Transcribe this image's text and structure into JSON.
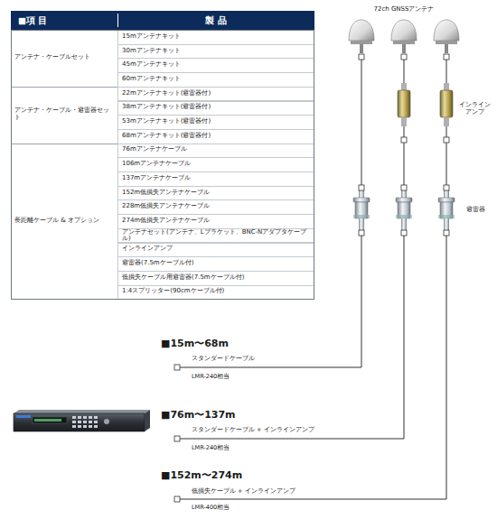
{
  "diagram": {
    "labels": [
      "■項 目",
      "製 品",
      "アンテナ・ケーブルセット",
      "15mアンテナキット",
      "30mアンテナキット",
      "45mアンテナキット",
      "60mアンテナキット",
      "アンテナ・ケーブル・避雷器セット",
      "22mアンテナキット(避雷器付)",
      "38mアンテナキット(避雷器付)",
      "53mアンテナキット(避雷器付)",
      "68mアンテナキット(避雷器付)",
      "長距離ケーブル & オプション",
      "76mアンテナケーブル",
      "106mアンテナケーブル",
      "137mアンテナケーブル",
      "152m低損失アンテナケーブル",
      "228m低損失アンテナケーブル",
      "274m低損失アンテナケーブル",
      "アンテナセット(アンテナ、Lブラケット、BNC-Nアダプタケーブル)",
      "インラインアンプ",
      "避雷器(7.5mケーブル付)",
      "低損失ケーブル用避雷器(7.5mケーブル付)",
      "1:4スプリッター(90cmケーブル付)",
      "72ch GNSSアンテナ",
      "インライン アンプ",
      "避雷器",
      "■15m〜68m",
      "スタンダードケーブル",
      "LMR-240相当",
      "■76m〜137m",
      "スタンダードケーブル + インラインアンプ",
      "LMR-240相当",
      "■152m〜274m",
      "低損失ケーブル + インラインアンプ",
      "LMR-400相当"
    ]
  }
}
